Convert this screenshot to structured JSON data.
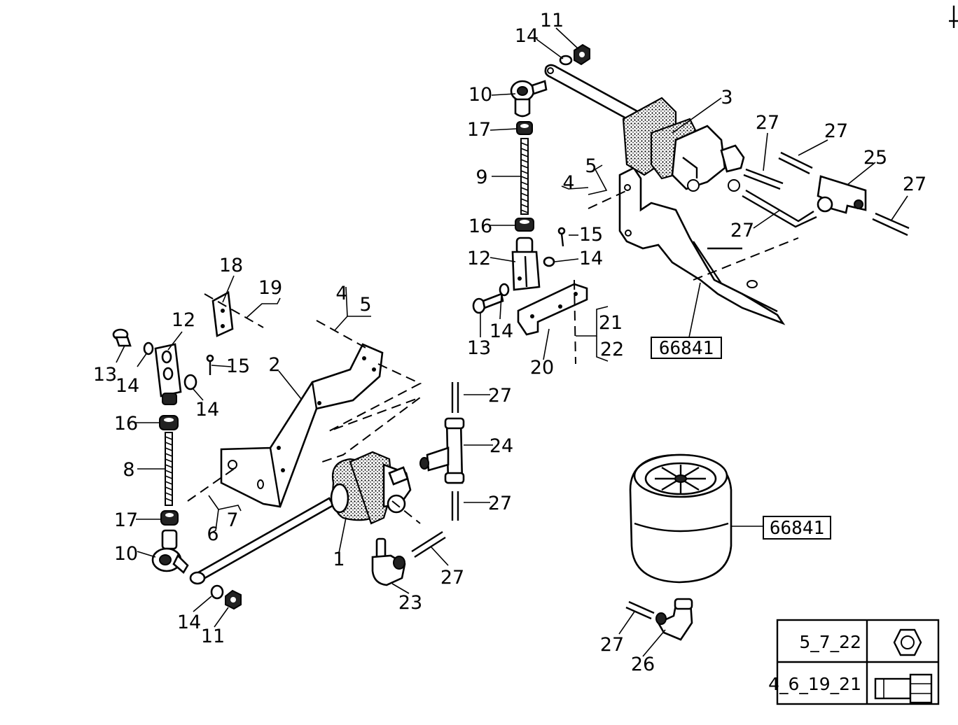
{
  "callouts": {
    "p1": "1",
    "p2": "2",
    "p3": "3",
    "p4a": "4",
    "p4b": "4",
    "p5a": "5",
    "p5b": "5",
    "p6": "6",
    "p7": "7",
    "p8": "8",
    "p9": "9",
    "p10a": "10",
    "p10b": "10",
    "p11a": "11",
    "p11b": "11",
    "p12a": "12",
    "p12b": "12",
    "p13a": "13",
    "p13b": "13",
    "p14a": "14",
    "p14b": "14",
    "p14c": "14",
    "p14d": "14",
    "p14e": "14",
    "p14f": "14",
    "p15a": "15",
    "p15b": "15",
    "p16a": "16",
    "p16b": "16",
    "p17a": "17",
    "p17b": "17",
    "p18": "18",
    "p19": "19",
    "p20": "20",
    "p21": "21",
    "p22": "22",
    "p23": "23",
    "p24": "24",
    "p25": "25",
    "p26": "26",
    "p27a": "27",
    "p27b": "27",
    "p27c": "27",
    "p27d": "27",
    "p27e": "27",
    "p27f": "27",
    "p27g": "27",
    "p27h": "27"
  },
  "references": {
    "upper": "66841",
    "airspring": "66841"
  },
  "legend": {
    "nut_row": "5_7_22",
    "bolt_row": "4_6_19_21",
    "nut_icon": "hex-nut-icon",
    "bolt_icon": "hex-bolt-icon"
  }
}
